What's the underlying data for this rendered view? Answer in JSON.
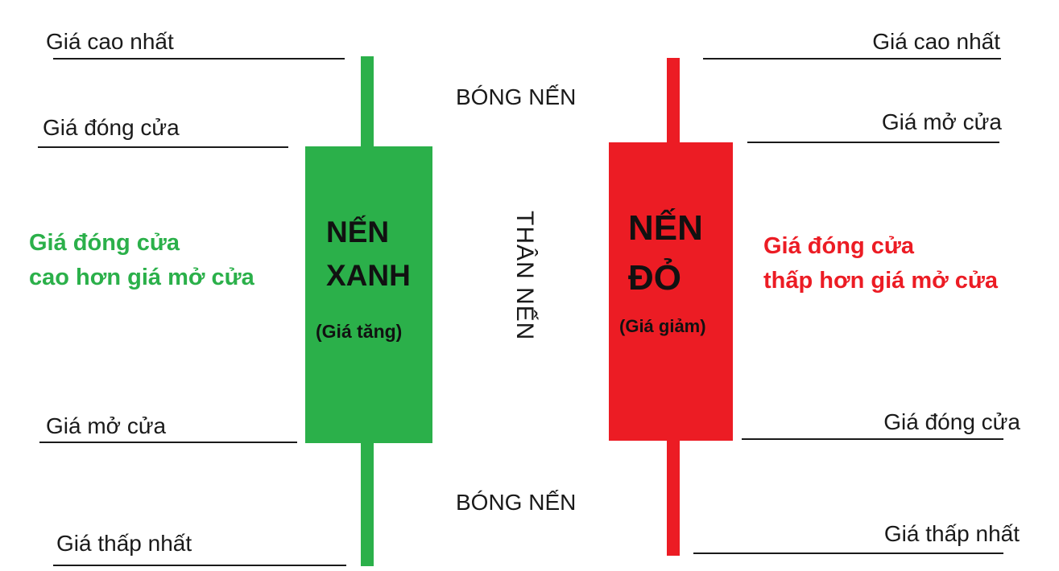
{
  "left": {
    "high_label": "Giá cao nhất",
    "close_label": "Giá đóng cửa",
    "open_label": "Giá mở cửa",
    "low_label": "Giá thấp nhất",
    "desc_line1": "Giá đóng cửa",
    "desc_line2": "cao hơn giá mở cửa",
    "candle_title_line1": "NẾN",
    "candle_title_line2": "XANH",
    "candle_subtitle": "(Giá tăng)",
    "color": "#2bb04a"
  },
  "right": {
    "high_label": "Giá cao nhất",
    "open_label": "Giá mở cửa",
    "close_label": "Giá đóng cửa",
    "low_label": "Giá thấp nhất",
    "desc_line1": "Giá đóng cửa",
    "desc_line2": "thấp hơn giá mở cửa",
    "candle_title_line1": "NẾN",
    "candle_title_line2": "ĐỎ",
    "candle_subtitle": "(Giá giảm)",
    "color": "#ec1c24"
  },
  "center": {
    "shadow_top": "BÓNG NẾN",
    "body_label": "THÂN NẾN",
    "shadow_bottom": "BÓNG NẾN"
  }
}
